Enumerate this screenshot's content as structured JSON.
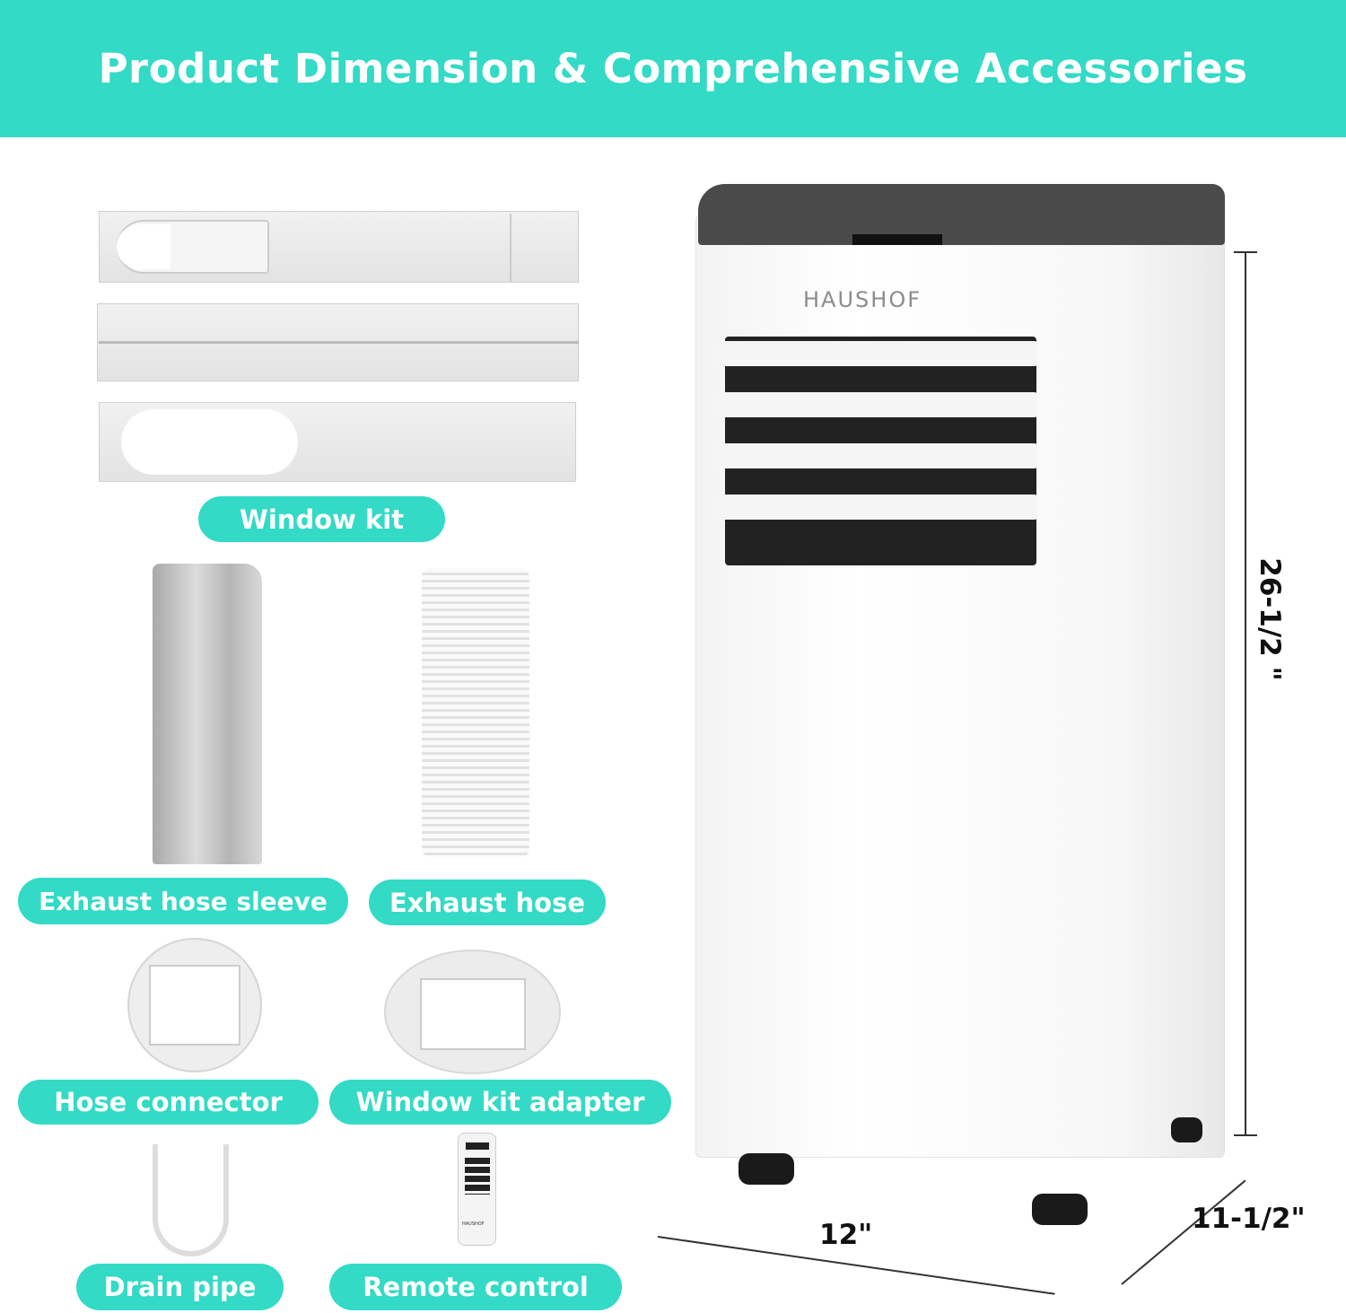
{
  "header": {
    "title": "Product Dimension & Comprehensive Accessories"
  },
  "colors": {
    "accent": "#33dac5",
    "label_text": "#ffffff",
    "unit_top": "#4a4a4a"
  },
  "accessories": [
    {
      "label": "Window kit"
    },
    {
      "label": "Exhaust hose sleeve"
    },
    {
      "label": "Exhaust hose"
    },
    {
      "label": "Hose connector"
    },
    {
      "label": "Window kit adapter"
    },
    {
      "label": "Drain pipe"
    },
    {
      "label": "Remote control"
    }
  ],
  "product": {
    "brand_logo": "HAUSHOF",
    "remote_logo": "HAUSHOF"
  },
  "dimensions": {
    "height": "26-1/2 \"",
    "width": "12\"",
    "depth": "11-1/2\""
  }
}
